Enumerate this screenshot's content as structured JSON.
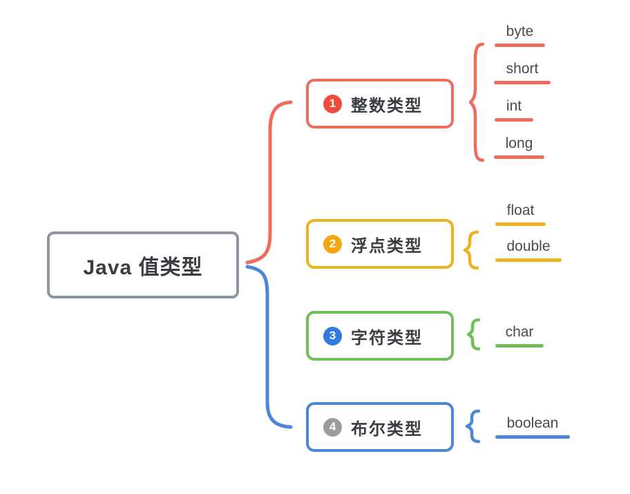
{
  "canvas": {
    "background": "#ffffff"
  },
  "root": {
    "label": "Java 值类型",
    "border_color": "#8d95a0",
    "text_color": "#3a3d42"
  },
  "branches": [
    {
      "number": "1",
      "label": "整数类型",
      "color": "#ee6b5f",
      "badge_color": "#f04a3b",
      "leaves": [
        {
          "label": "byte"
        },
        {
          "label": "short"
        },
        {
          "label": "int"
        },
        {
          "label": "long"
        }
      ]
    },
    {
      "number": "2",
      "label": "浮点类型",
      "color": "#edb21f",
      "badge_color": "#f3a712",
      "leaves": [
        {
          "label": "float"
        },
        {
          "label": "double"
        }
      ]
    },
    {
      "number": "3",
      "label": "字符类型",
      "color": "#71bf5b",
      "badge_color": "#3179dd",
      "leaves": [
        {
          "label": "char"
        }
      ]
    },
    {
      "number": "4",
      "label": "布尔类型",
      "color": "#4c86d6",
      "badge_color": "#9c9c9e",
      "leaves": [
        {
          "label": "boolean"
        }
      ]
    }
  ]
}
